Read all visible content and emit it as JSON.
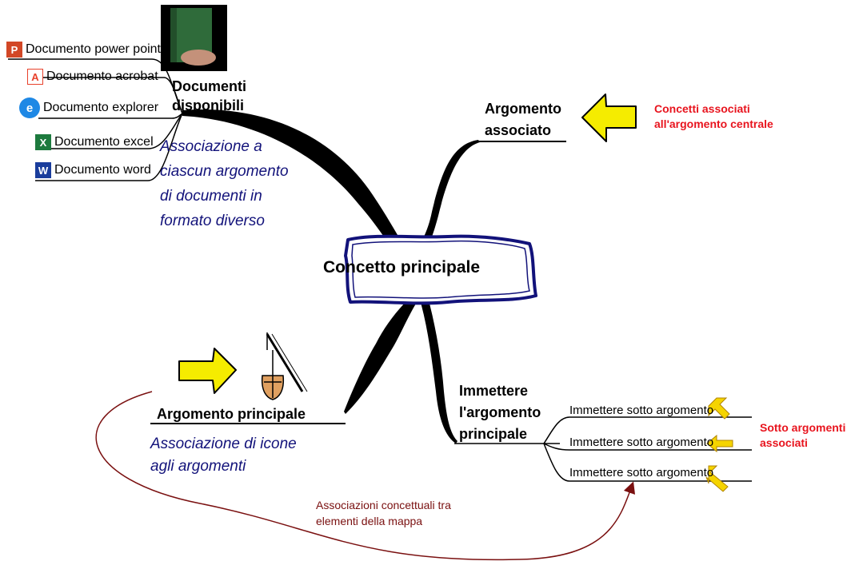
{
  "central": {
    "label": "Concetto principale"
  },
  "documents": {
    "title": "Documenti disponibili",
    "items": [
      {
        "label": "Documento power point",
        "icon": "powerpoint-icon",
        "color": "#d24726"
      },
      {
        "label": "Documento acrobat",
        "icon": "acrobat-icon",
        "color": "#e8412c"
      },
      {
        "label": "Documento explorer",
        "icon": "internet-explorer-icon",
        "color": "#1e88e5"
      },
      {
        "label": "Documento excel",
        "icon": "excel-icon",
        "color": "#1d7a3e"
      },
      {
        "label": "Documento word",
        "icon": "word-icon",
        "color": "#1a3d9c"
      }
    ],
    "note": [
      "Associazione a",
      "ciascun argomento",
      "di documenti in",
      "formato diverso"
    ]
  },
  "associated": {
    "title": [
      "Argomento",
      "associato"
    ],
    "note": [
      "Concetti associati",
      "all'argomento centrale"
    ]
  },
  "main_topic": {
    "title": "Argomento principale",
    "note": [
      "Associazione di icone",
      "agli argomenti"
    ]
  },
  "insert": {
    "title": [
      "Immettere",
      "l'argomento",
      "principale"
    ],
    "subtopics": [
      "Immettere sotto argomento",
      "Immettere sotto argomento",
      "Immettere sotto argomento"
    ],
    "note": [
      "Sotto argomenti",
      "associati"
    ]
  },
  "relationship": {
    "label": [
      "Associazioni concettuali tra",
      "elementi della mappa"
    ]
  },
  "colors": {
    "accent_red": "#e8141e",
    "note_blue": "#12127a",
    "relation_red": "#7a1010",
    "arrow_yellow": "#f5ec00"
  }
}
